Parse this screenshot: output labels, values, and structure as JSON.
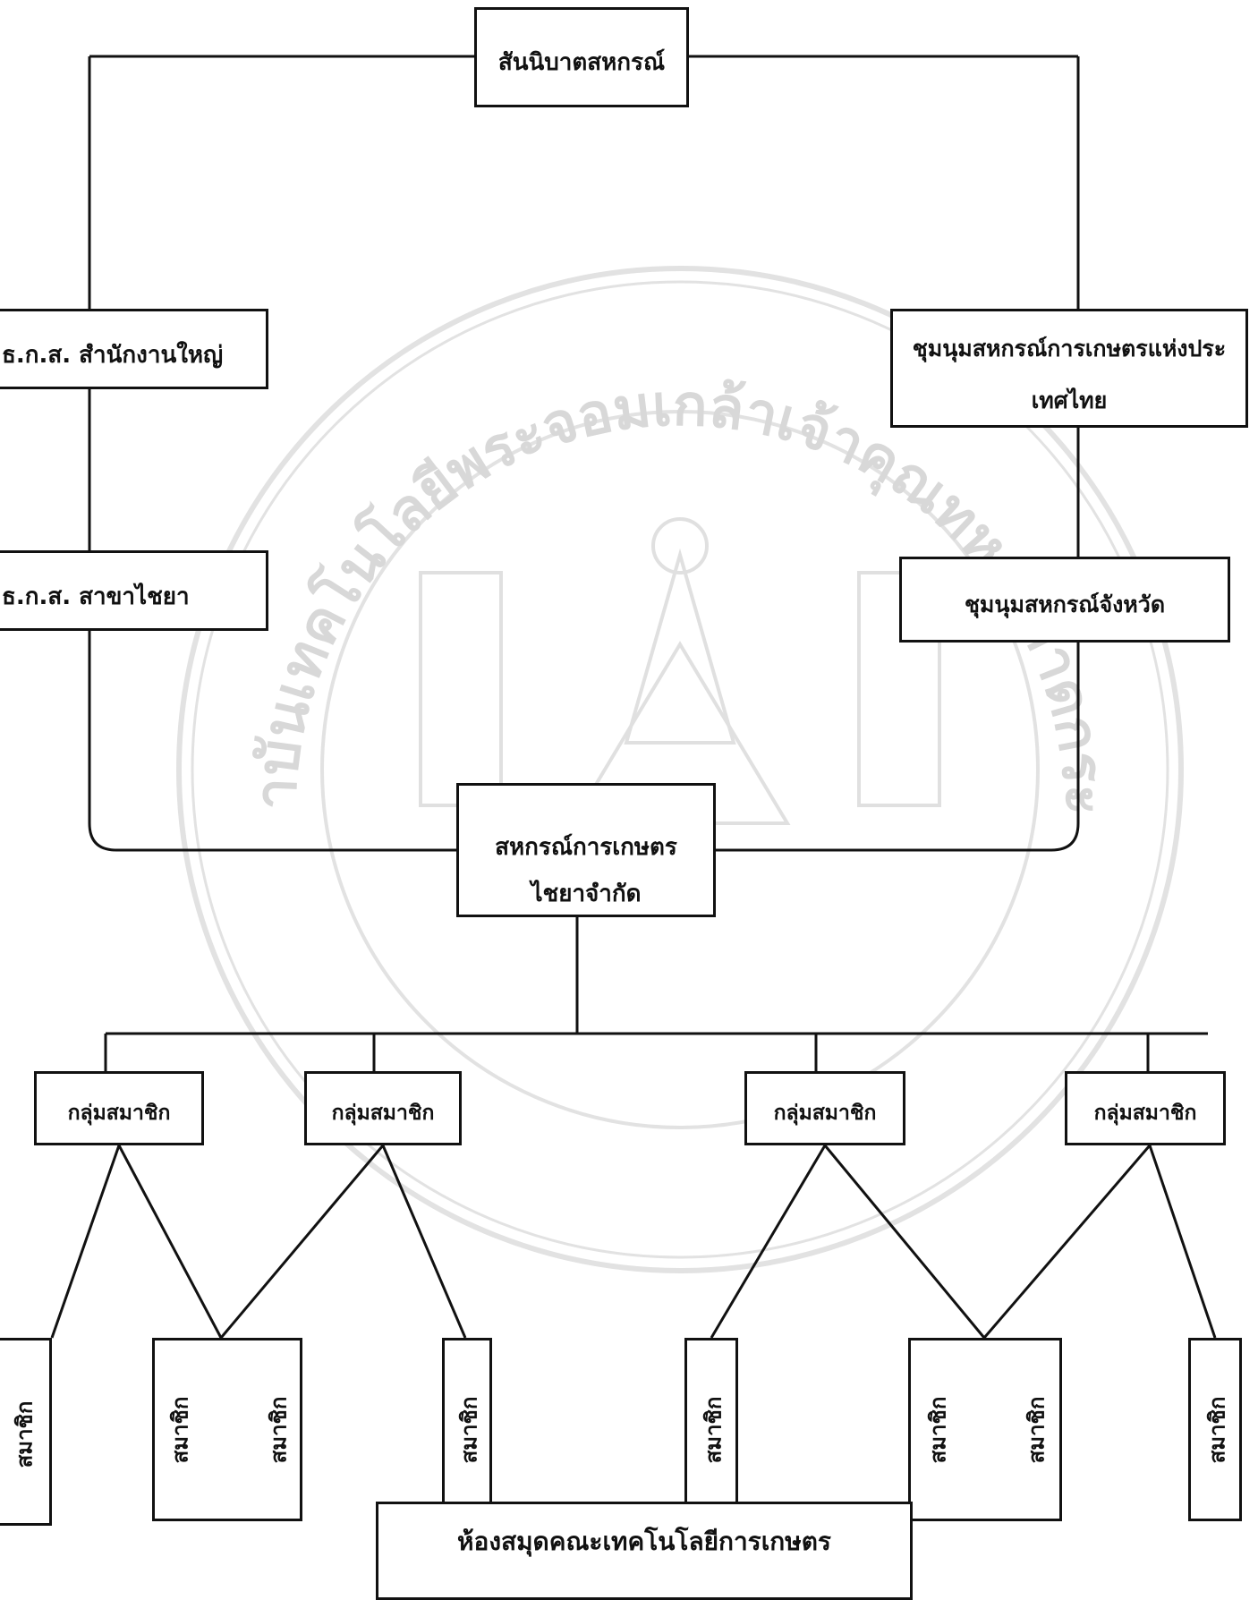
{
  "nodes": {
    "root": "สันนิบาตสหกรณ์",
    "baac_hq": "ธ.ก.ส. สำนักงานใหญ่",
    "baac_branch": "ธ.ก.ส. สาขาไชยา",
    "federation_line1": "ชุมนุมสหกรณ์การเกษตรแห่งประ",
    "federation_line2": "เทศไทย",
    "provincial": "ชุมนุมสหกรณ์จังหวัด",
    "coop_line1": "สหกรณ์การเกษตร",
    "coop_line2": "ไชยาจำกัด",
    "group_label": "กลุ่มสมาชิก",
    "member_label": "สมาชิก"
  },
  "footer": {
    "library_stamp": "ห้องสมุดคณะเทคโนโลยีการเกษตร"
  },
  "watermark": {
    "text": "สถาบันเทคโนโลยีพระจอมเกล้าเจ้าคุณทหารลาดกระบัง",
    "color": "#d8d8d8"
  }
}
